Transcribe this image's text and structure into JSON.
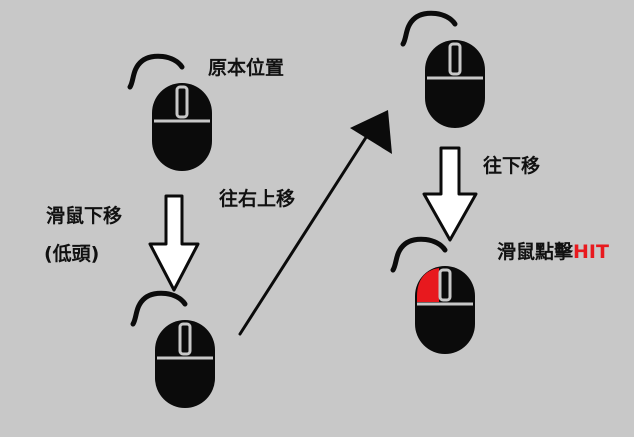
{
  "labels": {
    "original_position": "原本位置",
    "move_down_line1": "滑鼠下移",
    "move_down_line2": "(低頭)",
    "move_up_right": "往右上移",
    "move_down": "往下移",
    "mouse_click": "滑鼠點擊",
    "hit": "HIT"
  },
  "colors": {
    "background": "#c8c8c8",
    "mouse": "#0b0b0b",
    "highlight_button": "#e8191e",
    "arrow_fill": "#ffffff",
    "hit_text": "#e8191e"
  },
  "icons": [
    "mouse-icon",
    "down-arrow-icon",
    "diagonal-arrow-icon"
  ]
}
